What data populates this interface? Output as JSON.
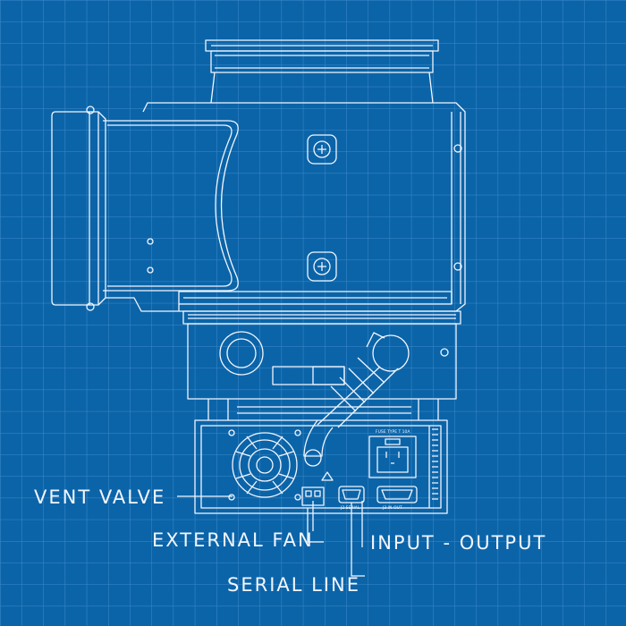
{
  "labels": {
    "vent_valve": "VENT VALVE",
    "external_fan": "EXTERNAL FAN",
    "serial_line": "SERIAL LINE",
    "input_output": "INPUT - OUTPUT"
  },
  "panel_text": {
    "fuse": "FUSE TYPE T 10A",
    "serial_port": "J2 SERIAL",
    "io_port": "J3 IN-OUT"
  },
  "colors": {
    "background": "#0b64a8",
    "grid": "#3e8acb",
    "line": "#f2f6ff"
  }
}
